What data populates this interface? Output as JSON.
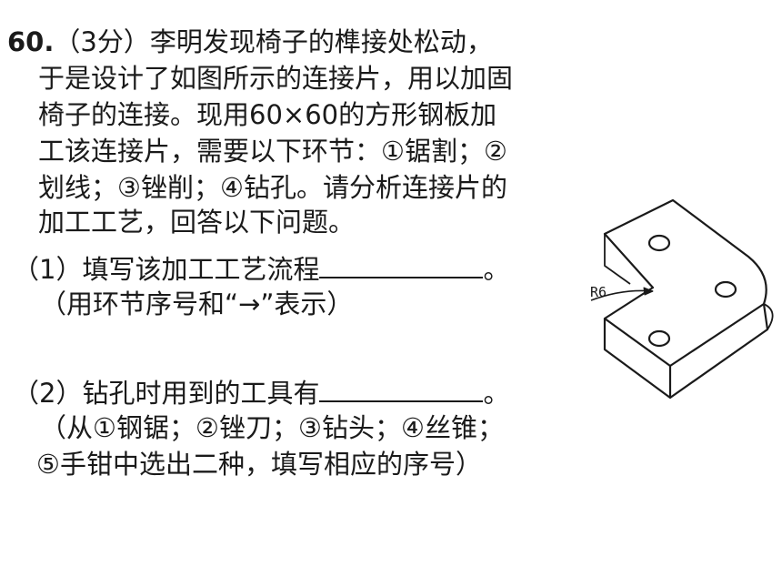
{
  "question": {
    "number": "60.",
    "score": "（3分）",
    "stem_lines": [
      "李明发现椅子的榫接处松动，",
      "于是设计了如图所示的连接片，用以加固",
      "椅子的连接。现用60×60的方形钢板加",
      "工该连接片，需要以下环节：①锯割；②",
      "划线；③锉削；④钻孔。请分析连接片的",
      "加工工艺，回答以下问题。"
    ],
    "part1": {
      "label": "（1）",
      "text": "填写该加工工艺流程",
      "end": "。",
      "note": "（用环节序号和“→”表示）"
    },
    "part2": {
      "label": "（2）",
      "text": "钻孔时用到的工具有",
      "end": "。",
      "note_lines": [
        "（从①钢锯；②锉刀；③钻头；④丝锥；",
        "⑤手钳中选出二种，填写相应的序号）"
      ]
    }
  },
  "figure": {
    "radius_label": "R6"
  }
}
